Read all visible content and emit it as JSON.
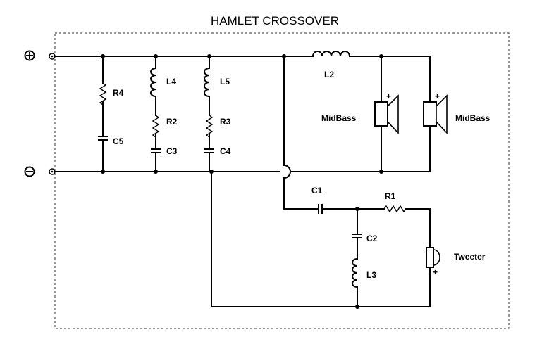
{
  "title": "HAMLET CROSSOVER",
  "terminals": {
    "positive": "+",
    "negative": "−"
  },
  "components": {
    "R4": "R4",
    "C5": "C5",
    "L4": "L4",
    "R2": "R2",
    "C3": "C3",
    "L5": "L5",
    "R3": "R3",
    "C4": "C4",
    "L2": "L2",
    "C1": "C1",
    "R1": "R1",
    "C2": "C2",
    "L3": "L3"
  },
  "drivers": {
    "midbass_1": "MidBass",
    "midbass_2": "MidBass",
    "tweeter": "Tweeter",
    "polarity_mark": "+"
  }
}
